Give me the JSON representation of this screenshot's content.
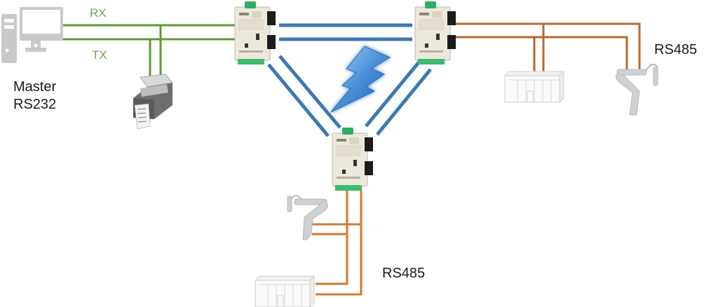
{
  "diagram": {
    "title": "RS232 master to RS485 slaves via fiber optic ring",
    "labels": {
      "rx": "RX",
      "tx": "TX",
      "master_line1": "Master",
      "master_line2": "RS232",
      "rs485_right": "RS485",
      "rs485_bottom": "RS485"
    },
    "nodes": [
      {
        "id": "master-pc",
        "type": "computer",
        "label": "Master RS232"
      },
      {
        "id": "printer",
        "type": "label-printer"
      },
      {
        "id": "converter-left",
        "type": "fiber-converter"
      },
      {
        "id": "converter-right",
        "type": "fiber-converter"
      },
      {
        "id": "converter-bottom",
        "type": "fiber-converter"
      },
      {
        "id": "plc-right",
        "type": "plc"
      },
      {
        "id": "robot-right",
        "type": "robot-arm"
      },
      {
        "id": "robot-bottom",
        "type": "robot-arm"
      },
      {
        "id": "plc-bottom",
        "type": "plc"
      },
      {
        "id": "wireless",
        "type": "lightning-bolt"
      }
    ],
    "links": [
      {
        "from": "master-pc",
        "to": "converter-left",
        "medium": "RS232",
        "color": "#5a9a3a"
      },
      {
        "from": "converter-left",
        "to": "converter-right",
        "medium": "fiber",
        "color": "#3d78b3"
      },
      {
        "from": "converter-left",
        "to": "converter-bottom",
        "medium": "fiber",
        "color": "#3d78b3"
      },
      {
        "from": "converter-right",
        "to": "converter-bottom",
        "medium": "fiber",
        "color": "#3d78b3"
      },
      {
        "from": "converter-right",
        "to": "plc-right",
        "medium": "RS485",
        "color": "#b8682e"
      },
      {
        "from": "converter-right",
        "to": "robot-right",
        "medium": "RS485",
        "color": "#b8682e"
      },
      {
        "from": "converter-bottom",
        "to": "robot-bottom",
        "medium": "RS485",
        "color": "#d2792f"
      },
      {
        "from": "converter-bottom",
        "to": "plc-bottom",
        "medium": "RS485",
        "color": "#d2792f"
      }
    ],
    "colors": {
      "rs232_line": "#5a9a3a",
      "fiber_line": "#3d78b3",
      "rs485_line": "#b8682e",
      "device_gray": "#c8c8c8",
      "bolt": "#4a90d9"
    }
  }
}
